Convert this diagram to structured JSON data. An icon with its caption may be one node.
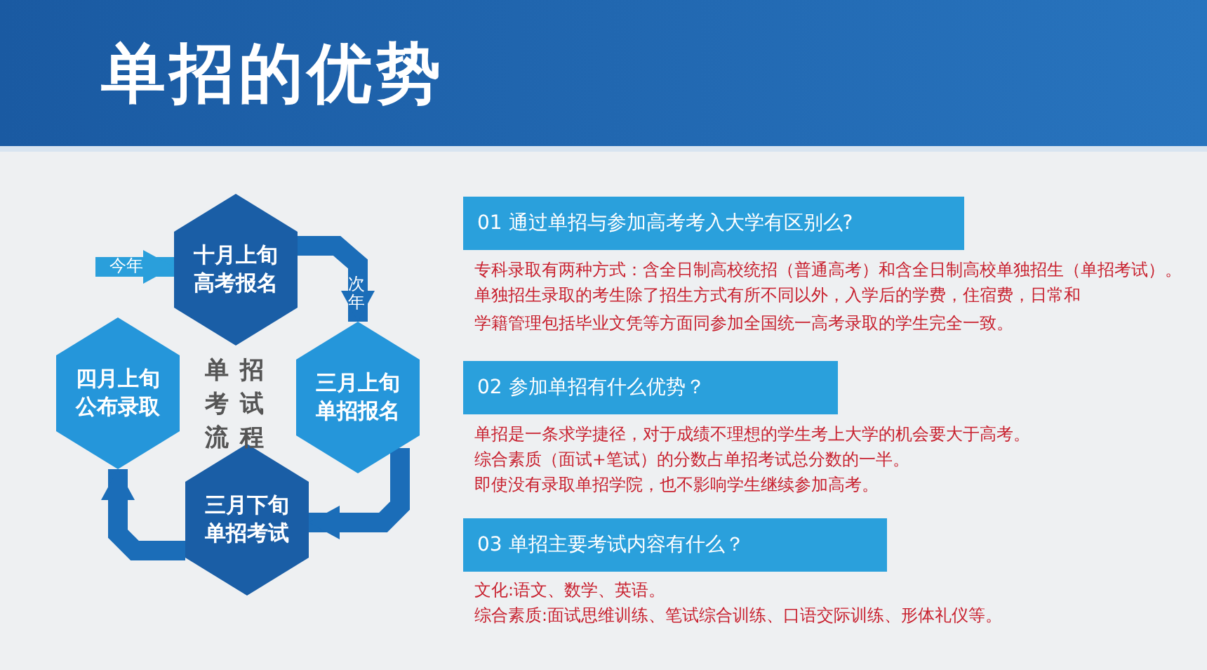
{
  "diagram": {
    "title": "单招的优势",
    "nodes": [
      {
        "text": [
          "十月上旬高考报名"
        ]
      },
      {
        "text": [
          "三月上旬单招报名"
        ]
      },
      {
        "text": [
          "三月下旬单招考试"
        ]
      },
      {
        "text": [
          "四月上旬公布录取"
        ]
      },
      {
        "text": [
          "01 通过单招与参加高考考入大学有区别么?"
        ],
        "beside": [
          "专科录取有两种方式：含全日制高校统招（普通高考）和含全日制高校单独招生（单招考试）。",
          "单独招生录取的考生除了招生方式有所不同以外，入学后的学费，住宿费，日常和学籍管理包括毕业文凭等方面同参加全国统一高考录取的学生完全一致。"
        ]
      },
      {
        "text": [
          "02 参加单招有什么优势？"
        ],
        "beside": [
          "单招是一条求学捷径，对于成绩不理想的学生考上大学的机会要大于高考。",
          "综合素质（面试+笔试）的分数占单招考试总分数的一半。",
          "即使没有录取单招学院，也不影响学生继续参加高考。"
        ]
      },
      {
        "text": [
          "03 单招主要考试内容有什么？"
        ],
        "beside": [
          "文化:语文、数学、英语。",
          "综合素质:面试思维训练、笔试综合训练、口语交际训练、形体礼仪等。"
        ]
      }
    ],
    "edges": [
      {
        "from": null,
        "to": 0,
        "arrow": "to",
        "label": "今年",
        "color": "#2a9fdb"
      },
      {
        "from": 0,
        "to": 1,
        "arrow": "to",
        "label": "次年"
      },
      {
        "from": 1,
        "to": 2,
        "arrow": "to"
      },
      {
        "from": 2,
        "to": 3,
        "arrow": "to"
      }
    ],
    "labels": [
      "单招考试流程"
    ]
  }
}
